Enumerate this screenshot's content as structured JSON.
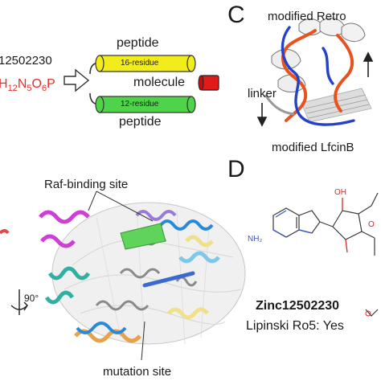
{
  "panel_b": {
    "zinc_id_fragment": "12502230",
    "formula_fragment": {
      "parts": [
        "H",
        "12",
        "N",
        "5",
        "O",
        "6",
        "P"
      ],
      "color": "#e0302a"
    },
    "peptide_top": "peptide",
    "residue_16": "16-residue",
    "molecule": "molecule",
    "residue_12": "12-residue",
    "peptide_bottom": "peptide",
    "colors": {
      "yellow": "#f2ec1a",
      "green": "#4fd34a",
      "red": "#e11a1a"
    }
  },
  "panel_c": {
    "label": "C",
    "modified_retro": "modified Retro",
    "linker": "linker",
    "modified_lfcinb": "modified LfcinB"
  },
  "panel_d": {
    "label": "D",
    "nh2": "NH₂",
    "oh": "OH",
    "o_ring": "O",
    "compound_name": "Zinc12502230",
    "lipinski": "Lipinski Ro5: Yes"
  },
  "panel_a": {
    "raf_binding_site": "Raf-binding site",
    "rotation": "90°",
    "mutation_site": "mutation site"
  }
}
